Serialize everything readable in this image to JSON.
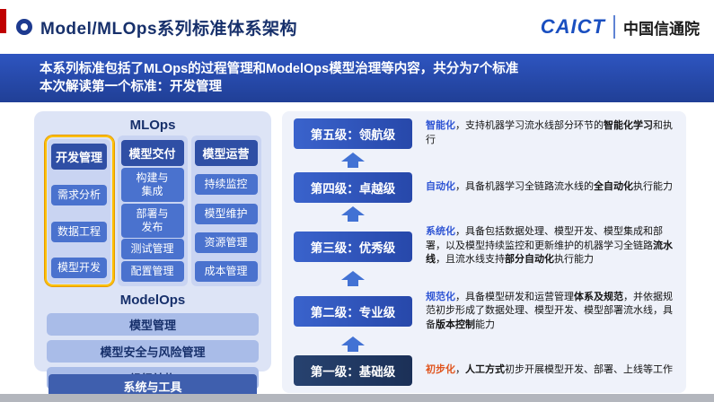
{
  "colors": {
    "accent_red": "#c00000",
    "title_navy": "#17306b",
    "banner_blue": "#2650b4",
    "panel_light": "#dde4f6",
    "column_bg": "#c9d4f2",
    "header_blue": "#2f4fa5",
    "item_blue": "#4a72ce",
    "bar_light": "#a9bce8",
    "tools_blue": "#3f5fae",
    "level_blue": "#2b51b8",
    "level_dark": "#1d3663",
    "arrow_blue": "#4272d4",
    "keyword_blue": "#2f55d4",
    "keyword_orange": "#e0551e",
    "highlight_gold": "#ffc000"
  },
  "header": {
    "title": "Model/MLOps系列标准体系架构",
    "logo_brand": "CAICT",
    "logo_name": "中国信通院"
  },
  "banner": {
    "line1": "本系列标准包括了MLOps的过程管理和ModelOps模型治理等内容，共分为7个标准",
    "line2": "本次解读第一个标准：开发管理"
  },
  "mlops": {
    "label": "MLOps",
    "columns": [
      {
        "header": "开发管理",
        "items": [
          "需求分析",
          "数据工程",
          "模型开发"
        ]
      },
      {
        "header": "模型交付",
        "items": [
          "构建与\n集成",
          "部署与\n发布",
          "测试管理",
          "配置管理"
        ]
      },
      {
        "header": "模型运营",
        "items": [
          "持续监控",
          "模型维护",
          "资源管理",
          "成本管理"
        ]
      }
    ]
  },
  "modelops": {
    "label": "ModelOps",
    "bars": [
      "模型管理",
      "模型安全与风险管理",
      "组织结构"
    ],
    "tools_bar": "系统与工具"
  },
  "maturity": {
    "levels": [
      {
        "label": "第五级：领航级",
        "segments": [
          {
            "t": "智能化",
            "s": "kw"
          },
          {
            "t": "，支持机器学习流水线部分环节的",
            "s": ""
          },
          {
            "t": "智能化学习",
            "s": "b"
          },
          {
            "t": "和执行",
            "s": ""
          }
        ]
      },
      {
        "label": "第四级：卓越级",
        "segments": [
          {
            "t": "自动化",
            "s": "kw"
          },
          {
            "t": "，具备机器学习全链路流水线的",
            "s": ""
          },
          {
            "t": "全自动化",
            "s": "b"
          },
          {
            "t": "执行能力",
            "s": ""
          }
        ]
      },
      {
        "label": "第三级：优秀级",
        "segments": [
          {
            "t": "系统化",
            "s": "kw"
          },
          {
            "t": "，具备包括数据处理、模型开发、模型集成和部署，以及模型持续监控和更新维护的机器学习全链路",
            "s": ""
          },
          {
            "t": "流水线",
            "s": "b"
          },
          {
            "t": "，且流水线支持",
            "s": ""
          },
          {
            "t": "部分自动化",
            "s": "b"
          },
          {
            "t": "执行能力",
            "s": ""
          }
        ]
      },
      {
        "label": "第二级：专业级",
        "segments": [
          {
            "t": "规范化",
            "s": "kw"
          },
          {
            "t": "，具备模型研发和运营管理",
            "s": ""
          },
          {
            "t": "体系及规范",
            "s": "b"
          },
          {
            "t": "，并依据规范初步形成了数据处理、模型开发、模型部署流水线，具备",
            "s": ""
          },
          {
            "t": "版本控制",
            "s": "b"
          },
          {
            "t": "能力",
            "s": ""
          }
        ]
      },
      {
        "label": "第一级：基础级",
        "dark": true,
        "segments": [
          {
            "t": "初步化",
            "s": "kw-o"
          },
          {
            "t": "，",
            "s": ""
          },
          {
            "t": "人工方式",
            "s": "b"
          },
          {
            "t": "初步开展模型开发、部署、上线等工作",
            "s": ""
          }
        ]
      }
    ]
  }
}
